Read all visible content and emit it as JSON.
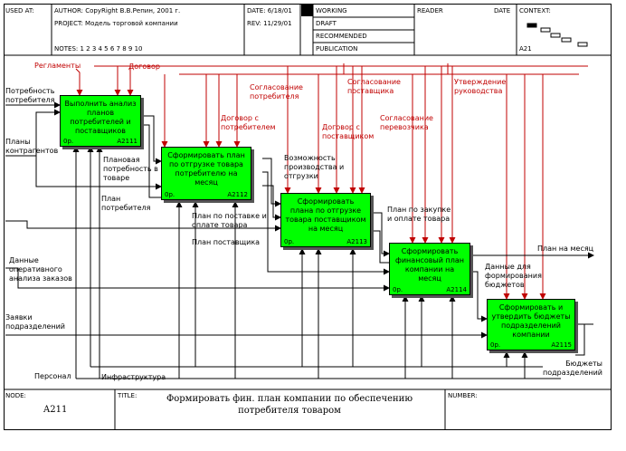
{
  "header": {
    "used_at": "USED AT:",
    "author": "AUTHOR: CopyRight В.В.Репин, 2001 г.",
    "project": "PROJECT: Модель торговой компании",
    "date": "DATE: 6/18/01",
    "rev": "REV: 11/29/01",
    "notes": "NOTES: 1 2 3 4 5 6 7 8 9 10",
    "working": "WORKING",
    "draft": "DRAFT",
    "recommended": "RECOMMENDED",
    "publication": "PUBLICATION",
    "reader": "READER",
    "date_col": "DATE",
    "context": "CONTEXT:",
    "context_node": "A21"
  },
  "boxes": [
    {
      "name": "Выполнить анализ планов потребителей и поставщиков",
      "op": "0р.",
      "num": "A2111"
    },
    {
      "name": "Сформировать план по отгрузке товара потребителю на месяц",
      "op": "0р.",
      "num": "A2112"
    },
    {
      "name": "Сформировать плана по отгрузке товара поставщиком на месяц",
      "op": "0р.",
      "num": "A2113"
    },
    {
      "name": "Сформировать финансовый план компании на месяц",
      "op": "0р.",
      "num": "A2114"
    },
    {
      "name": "Сформировать и утвердить бюджеты подразделений компании",
      "op": "0р.",
      "num": "A2115"
    }
  ],
  "controls": {
    "reglamenty": "Регламенты",
    "dogovor": "Договор",
    "sogl_potreb": "Согласование потребителя",
    "dogovor_potreb": "Договор с потребителем",
    "sogl_postav": "Согласование поставщика",
    "dogovor_postav": "Договор с поставщиком",
    "sogl_perevoz": "Согласование перевозчика",
    "utverzhdenie": "Утверждение руководства"
  },
  "inputs": {
    "potrebnost": "Потребность потребителя",
    "plany_kontr": "Планы контрагентов",
    "dannye": "Данные оперативного анализа заказов",
    "zayavki": "Заявки подразделений"
  },
  "flows": {
    "planovaya": "Плановая потребность в товаре",
    "plan_potreb": "План потребителя",
    "vozmozhnost": "Возможность производства и отгрузки",
    "plan_postavke": "План по поставке и оплате товара",
    "plan_postav": "План поставщика",
    "plan_zakupke": "План по закупке и оплате товара",
    "dannye_budget": "Данные для формирования бюджетов"
  },
  "outputs": {
    "plan_mesyac": "План на месяц",
    "budzhety": "Бюджеты подразделений"
  },
  "mechanisms": {
    "personal": "Персонал",
    "infra": "Инфраструктура"
  },
  "footer": {
    "node_label": "NODE:",
    "node_value": "A211",
    "title_label": "TITLE:",
    "title_value": "Формировать фин. план компании по обеспечению потребителя товаром",
    "number_label": "NUMBER:"
  }
}
